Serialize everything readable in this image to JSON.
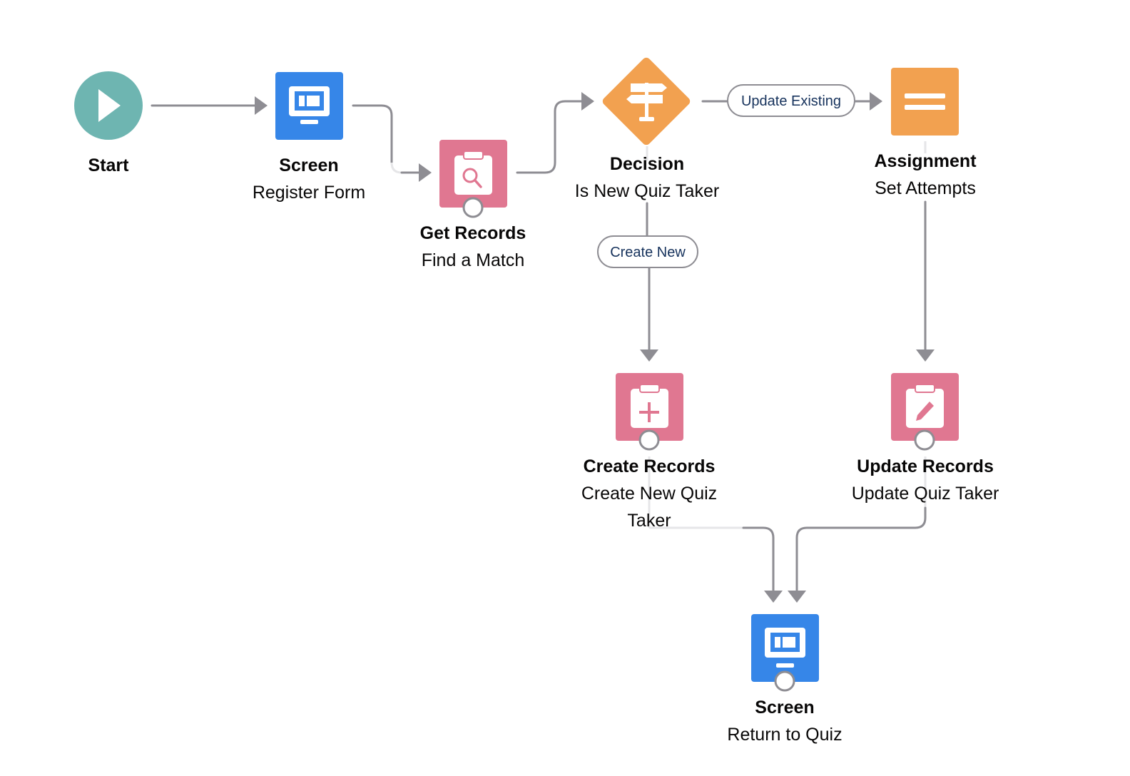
{
  "colors": {
    "start": "#6eb5b1",
    "screen": "#3686e8",
    "records": "#e07791",
    "decision": "#f2a150",
    "assignment": "#f2a150",
    "connector": "#8e8d93",
    "pill_text": "#16325c"
  },
  "nodes": {
    "start": {
      "type": "Start",
      "icon": "play-icon"
    },
    "screen_register": {
      "type": "Screen",
      "name": "Register Form",
      "icon": "screen-icon"
    },
    "get_records": {
      "type": "Get Records",
      "name": "Find a Match",
      "icon": "clipboard-search-icon"
    },
    "decision": {
      "type": "Decision",
      "name": "Is New Quiz Taker",
      "icon": "signpost-icon"
    },
    "assignment": {
      "type": "Assignment",
      "name": "Set Attempts",
      "icon": "equals-icon"
    },
    "create_records": {
      "type": "Create Records",
      "name": "Create New Quiz Taker",
      "icon": "clipboard-add-icon"
    },
    "update_records": {
      "type": "Update Records",
      "name": "Update Quiz Taker",
      "icon": "clipboard-edit-icon"
    },
    "screen_return": {
      "type": "Screen",
      "name": "Return to Quiz",
      "icon": "screen-icon"
    }
  },
  "connector_labels": {
    "update_existing": "Update Existing",
    "create_new": "Create New"
  }
}
